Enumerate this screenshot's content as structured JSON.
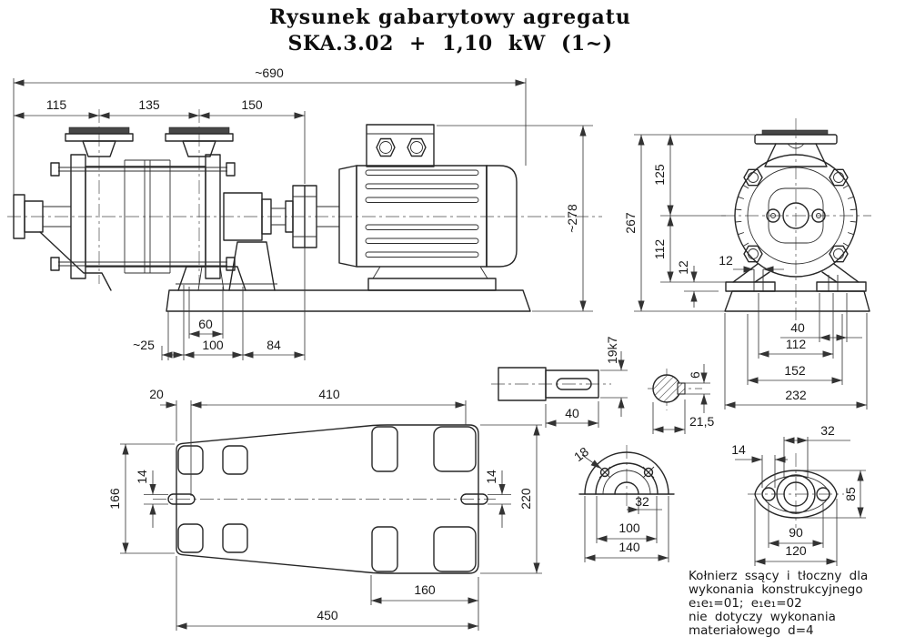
{
  "title": {
    "line1": "Rysunek gabarytowy agregatu",
    "line2": "SKA.3.02 + 1,10 kW (1~)"
  },
  "side_view": {
    "dims": {
      "overall_length": "~690",
      "flange1_offset": "115",
      "flange_spacing": "135",
      "flange2_to_coupling": "150",
      "motor_height": "~278",
      "anchor_bolt_spacing": "60",
      "base_overhang": "~25",
      "pedestal_span": "100",
      "bracket_to_coupling": "84"
    }
  },
  "end_view": {
    "dims": {
      "total_height": "267",
      "center_to_flange_top": "125",
      "center_to_foot": "112",
      "foot_step_height": "12",
      "foot_slot_width": "12",
      "foot_slot_length": "40",
      "foot_bolt_spacing": "112",
      "foot_outer_span": "152",
      "base_width": "232"
    }
  },
  "shaft_detail": {
    "dims": {
      "shaft_diameter": "19k7",
      "shaft_end_length": "40",
      "key_width": "6",
      "key_section_width": "21,5"
    }
  },
  "baseplate_view": {
    "dims": {
      "edge_to_holes": "20",
      "hole_span": "410",
      "left_width": "166",
      "left_slot": "14",
      "right_slot": "14",
      "right_width": "220",
      "rear_hole_span": "160",
      "total_length": "450"
    }
  },
  "suction_flange_view": {
    "dims": {
      "bolt_hole_dia": "18",
      "bore": "32",
      "bolt_circle": "100",
      "outer_dia": "140"
    }
  },
  "discharge_flange_view": {
    "dims": {
      "bore": "32",
      "bolt_hole_dia": "14",
      "height": "85",
      "bolt_spacing": "90",
      "width": "120"
    }
  },
  "notes": {
    "lines": [
      "Kołnierz ssący i tłoczny dla",
      "wykonania konstrukcyjnego",
      "e₁e₁=01;  e₁e₁=02",
      "nie dotyczy wykonania",
      "materiałowego d=4"
    ]
  }
}
